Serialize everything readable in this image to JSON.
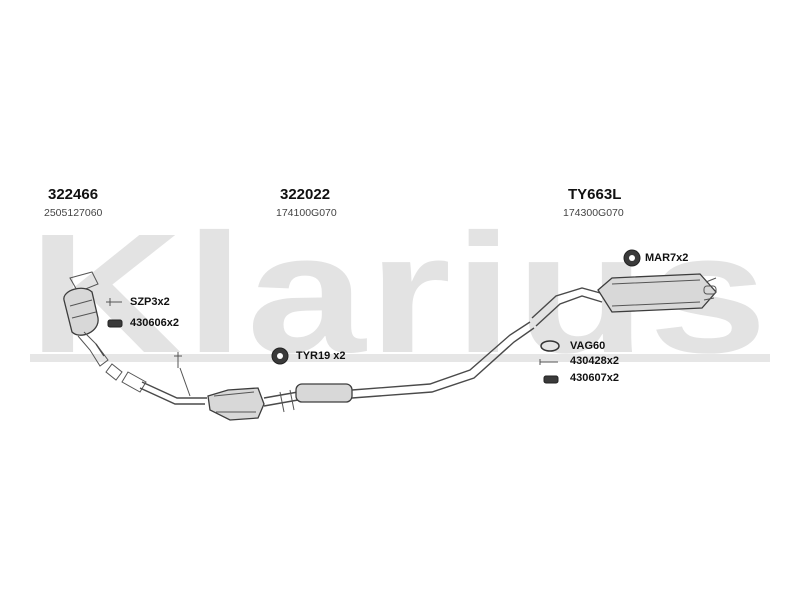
{
  "watermark": {
    "text": "Klarius"
  },
  "assemblies": [
    {
      "part_number": "322466",
      "oe_number": "2505127060"
    },
    {
      "part_number": "322022",
      "oe_number": "174100G070"
    },
    {
      "part_number": "TY663L",
      "oe_number": "174300G070"
    }
  ],
  "fittings": [
    {
      "label": "SZP3x2",
      "icon": "clamp-icon"
    },
    {
      "label": "430606x2",
      "icon": "gasket-icon"
    },
    {
      "label": "TYR19 x2",
      "icon": "rubber-mount-icon"
    },
    {
      "label": "MAR7x2",
      "icon": "rubber-mount-icon"
    },
    {
      "label": "VAG60",
      "icon": "ring-gasket-icon"
    },
    {
      "label": "430428x2",
      "icon": "bolt-icon"
    },
    {
      "label": "430607x2",
      "icon": "gasket-icon"
    }
  ]
}
